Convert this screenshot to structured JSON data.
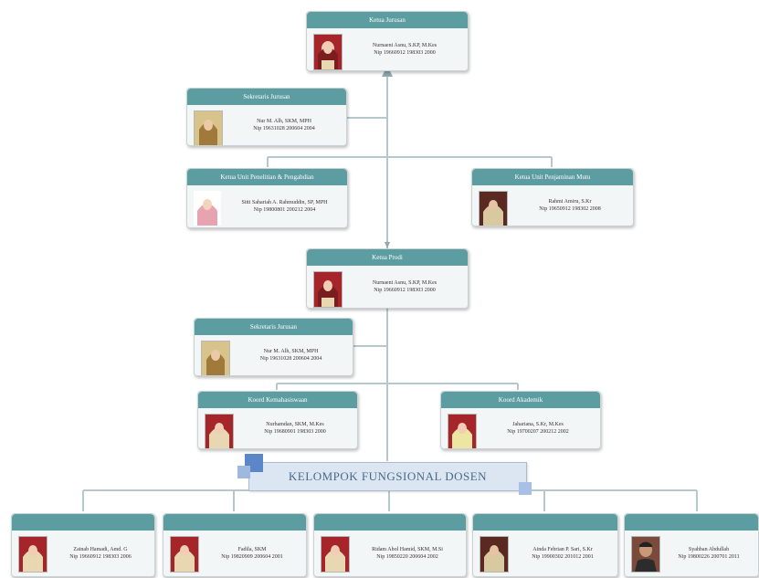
{
  "cards": {
    "kajur": {
      "title": "Ketua Jurusan",
      "name": "Nurnaeni Asnu, S.KP, M.Kes",
      "nip": "Nip 19660912 198303 2000",
      "photo": "photo-hijab-red"
    },
    "sekjur1": {
      "title": "Sekretaris Jurusan",
      "name": "Nur M. Alh, SKM, MPH",
      "nip": "Nip 19631028 200604 2004",
      "photo": "photo-hijab-gold"
    },
    "unitpen": {
      "title": "Ketua Unit Penelitian & Pengabdian",
      "name": "Sitti Sahariah A. Rahmuddin, SP, MPH",
      "nip": "Nip 19800801 200212 2004",
      "photo": "photo-hijab-pink"
    },
    "unitpenj": {
      "title": "Ketua Unit Penjaminan Mutu",
      "name": "Rahmi Amiru, S.Kr",
      "nip": "Nip 19650912 198302 2008",
      "photo": "photo-hijab-dark"
    },
    "kaprodi": {
      "title": "Ketua Prodi",
      "name": "Nurnaeni Asnu, S.KP, M.Kes",
      "nip": "Nip 19660912 198303 2000",
      "photo": "photo-hijab-red"
    },
    "sekjur2": {
      "title": "Sekretaris Jurusan",
      "name": "Nur M. Alh, SKM, MPH",
      "nip": "Nip 19631028 200604 2004",
      "photo": "photo-hijab-gold"
    },
    "kemahasiswaan": {
      "title": "Koord Kemahasiswaan",
      "name": "Nurhamdan, SKM, M.Kes",
      "nip": "Nip 19680901 198303 2000",
      "photo": "photo-hijab-red"
    },
    "akademik": {
      "title": "Koord Akademik",
      "name": "Jahariana, S.Kr, M.Kes",
      "nip": "Nip 19700207 200212 2002",
      "photo": "photo-hijab-yellow"
    }
  },
  "banner": {
    "label": "KELOMPOK FUNGSIONAL DOSEN"
  },
  "dosen": [
    {
      "name": "Zainab Hamadi, Amd. G",
      "nip": "Nip 19660912 198303 2006",
      "photo": "photo-hijab-red"
    },
    {
      "name": "Fadila, SKM",
      "nip": "Nip 19820909 200604 2001",
      "photo": "photo-hijab-red"
    },
    {
      "name": "Ridam Abol Hamid, SKM, M.Si",
      "nip": "Nip 19850220 200604 2002",
      "photo": "photo-hijab-red"
    },
    {
      "name": "Ainda Febrian P. Sari, S.Kr",
      "nip": "Nip 19900302 201012 2001",
      "photo": "photo-hijab-dark"
    },
    {
      "name": "Syahban Abdullah",
      "nip": "Nip 19800226 200701 2011",
      "photo": "photo-man"
    }
  ],
  "colors": {
    "header": "#5c9da2",
    "connector": "#8fa9ad",
    "card_bg": "#f3f6f6",
    "banner_bg": "#dce6f2",
    "accent_square": "#5b86c7"
  }
}
